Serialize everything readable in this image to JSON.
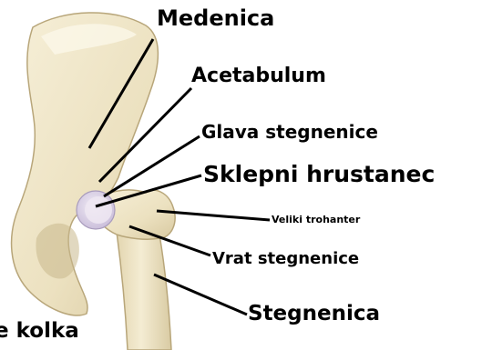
{
  "labels": {
    "medenica": "Medenica",
    "acetabulum": "Acetabulum",
    "glava_stegnenice": "Glava stegnenice",
    "sklepni_hrustanec": "Sklepni hrustanec",
    "veliki_trohanter": "Veliki trohanter",
    "vrat_stegnenice": "Vrat stegnenice",
    "stegnenica": "Stegnenica"
  },
  "caption": "e kolka",
  "colors": {
    "bone": "#efe6c9",
    "bone_shadow": "#cdbf97",
    "bone_outline": "#b8a67a",
    "cartilage": "#dcd3e6",
    "leader_line": "#000000"
  }
}
